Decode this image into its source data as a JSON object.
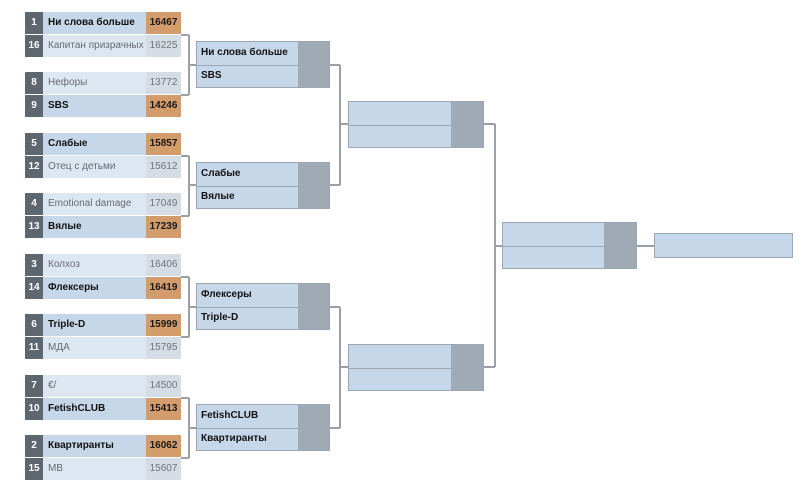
{
  "round1": [
    {
      "top": {
        "seed": "1",
        "name": "Ни слова больше",
        "score": "16467",
        "winner": true
      },
      "bottom": {
        "seed": "16",
        "name": "Капитан призрачных",
        "score": "16225",
        "winner": false
      }
    },
    {
      "top": {
        "seed": "8",
        "name": "Нефоры",
        "score": "13772",
        "winner": false
      },
      "bottom": {
        "seed": "9",
        "name": "SBS",
        "score": "14246",
        "winner": true
      }
    },
    {
      "top": {
        "seed": "5",
        "name": "Слабые",
        "score": "15857",
        "winner": true
      },
      "bottom": {
        "seed": "12",
        "name": "Отец с детьми",
        "score": "15612",
        "winner": false
      }
    },
    {
      "top": {
        "seed": "4",
        "name": "Emotional damage",
        "score": "17049",
        "winner": false
      },
      "bottom": {
        "seed": "13",
        "name": "Вялые",
        "score": "17239",
        "winner": true
      }
    },
    {
      "top": {
        "seed": "3",
        "name": "Колхоз",
        "score": "16406",
        "winner": false
      },
      "bottom": {
        "seed": "14",
        "name": "Флексеры",
        "score": "16419",
        "winner": true
      }
    },
    {
      "top": {
        "seed": "6",
        "name": "Triple-D",
        "score": "15999",
        "winner": true
      },
      "bottom": {
        "seed": "11",
        "name": "МДА",
        "score": "15795",
        "winner": false
      }
    },
    {
      "top": {
        "seed": "7",
        "name": "€/",
        "score": "14500",
        "winner": false
      },
      "bottom": {
        "seed": "10",
        "name": "FetishCLUB",
        "score": "15413",
        "winner": true
      }
    },
    {
      "top": {
        "seed": "2",
        "name": "Квартиранты",
        "score": "16062",
        "winner": true
      },
      "bottom": {
        "seed": "15",
        "name": "MB",
        "score": "15607",
        "winner": false
      }
    }
  ],
  "round2": [
    {
      "top": "Ни слова больше",
      "bottom": "SBS"
    },
    {
      "top": "Слабые",
      "bottom": "Вялые"
    },
    {
      "top": "Флексеры",
      "bottom": "Triple-D"
    },
    {
      "top": "FetishCLUB",
      "bottom": "Квартиранты"
    }
  ],
  "round3": [
    {
      "top": "",
      "bottom": ""
    },
    {
      "top": "",
      "bottom": ""
    }
  ],
  "final": {
    "top": "",
    "bottom": ""
  },
  "champion": {
    "name": ""
  },
  "colors": {
    "seed_bg": "#5e6670",
    "name_bg": "#c7d7ea",
    "loser_name_bg": "#dde7f2",
    "winner_score_bg": "#d29c6d",
    "loser_score_bg": "#d6dce3",
    "connector": "#9aa0a8",
    "cap_bg": "#a0aab5"
  }
}
